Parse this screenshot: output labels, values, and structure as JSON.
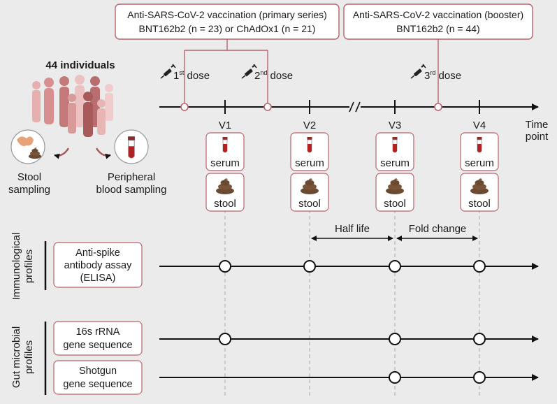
{
  "vaccination": {
    "primary_line1": "Anti-SARS-CoV-2 vaccination (primary series)",
    "primary_line2": "BNT162b2 (n = 23) or ChAdOx1 (n = 21)",
    "booster_line1": "Anti-SARS-CoV-2 vaccination (booster)",
    "booster_line2": "BNT162b2 (n = 44)"
  },
  "cohort": {
    "title": "44 individuals",
    "stool_line1": "Stool",
    "stool_line2": "sampling",
    "blood_line1": "Peripheral",
    "blood_line2": "blood sampling"
  },
  "doses": [
    {
      "num": "1",
      "sup": "st",
      "word": " dose"
    },
    {
      "num": "2",
      "sup": "nd",
      "word": " dose"
    },
    {
      "num": "3",
      "sup": "rd",
      "word": " dose"
    }
  ],
  "visits": [
    "V1",
    "V2",
    "V3",
    "V4"
  ],
  "timeline": {
    "axis_line1": "Time",
    "axis_line2": "point"
  },
  "samples": {
    "serum": "serum",
    "stool": "stool"
  },
  "intervals": {
    "half_life": "Half life",
    "fold_change": "Fold change"
  },
  "groups": {
    "immunological": [
      "Immunological",
      "profiles"
    ],
    "gut": [
      "Gut microbial",
      "profiles"
    ]
  },
  "assays": {
    "elisa": [
      "Anti-spike",
      "antibody assay",
      "(ELISA)"
    ],
    "rrna": [
      "16s rRNA",
      "gene sequence"
    ],
    "shotgun": [
      "Shotgun",
      "gene sequence"
    ]
  },
  "colors": {
    "accent": "#b5656b",
    "background": "#ebebeb",
    "line": "#111111",
    "blood": "#b22222",
    "stool": "#6b4a32"
  }
}
